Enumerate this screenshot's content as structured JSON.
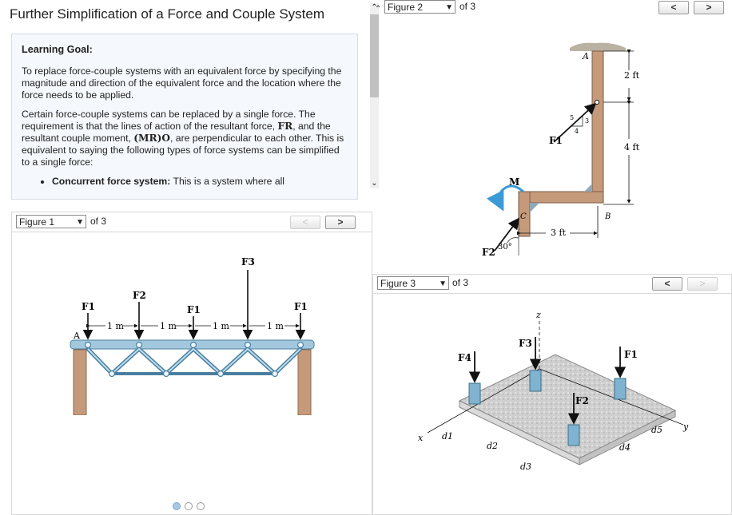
{
  "page": {
    "title": "Further Simplification of a Force and Couple System"
  },
  "learning_goal": {
    "heading": "Learning Goal:",
    "para1": "To replace force-couple systems with an equivalent force by specifying the magnitude and direction of the equivalent force and the location where the force needs to be applied.",
    "para2_a": "Certain force-couple systems can be replaced by a single force. The requirement is that the lines of action of the resultant force, ",
    "para2_sym1": "FR",
    "para2_b": ", and the resultant couple moment, ",
    "para2_sym2": "(MR)O",
    "para2_c": ", are perpendicular to each other. This is equivalent to saying the following types of force systems can be simplified to a single force:",
    "bullet_head": "Concurrent force system:",
    "bullet_text": " This is a system where all"
  },
  "figure1": {
    "select": "Figure 1",
    "of": "of 3",
    "prev": "<",
    "next": ">",
    "labels": {
      "f1a": "F1",
      "f2": "F2",
      "f1b": "F1",
      "f3": "F3",
      "f1c": "F1",
      "a": "A",
      "d1": "1 m",
      "d2": "1 m",
      "d3": "1 m",
      "d4": "1 m"
    },
    "dots": [
      "active",
      "inactive",
      "inactive"
    ]
  },
  "figure2": {
    "select": "Figure 2",
    "of": "of 3",
    "prev": "<",
    "next": ">",
    "labels": {
      "a": "A",
      "b": "B",
      "c": "C",
      "m": "M",
      "f1": "F1",
      "f2": "F2",
      "d2ft": "2 ft",
      "d4ft": "4 ft",
      "d3ft": "3 ft",
      "angle": "30°",
      "r5": "5",
      "r3": "3",
      "r4": "4"
    }
  },
  "figure3": {
    "select": "Figure 3",
    "of": "of 3",
    "prev": "<",
    "next": ">",
    "labels": {
      "z": "z",
      "x": "x",
      "y": "y",
      "f1": "F1",
      "f2": "F2",
      "f3": "F3",
      "f4": "F4",
      "d1": "d1",
      "d2": "d2",
      "d3": "d3",
      "d4": "d4",
      "d5": "d5"
    }
  },
  "colors": {
    "beam": "#a3c8de",
    "beam_edge": "#4a7fa0",
    "wood": "#c59a7b",
    "couple": "#3b9bd6"
  }
}
